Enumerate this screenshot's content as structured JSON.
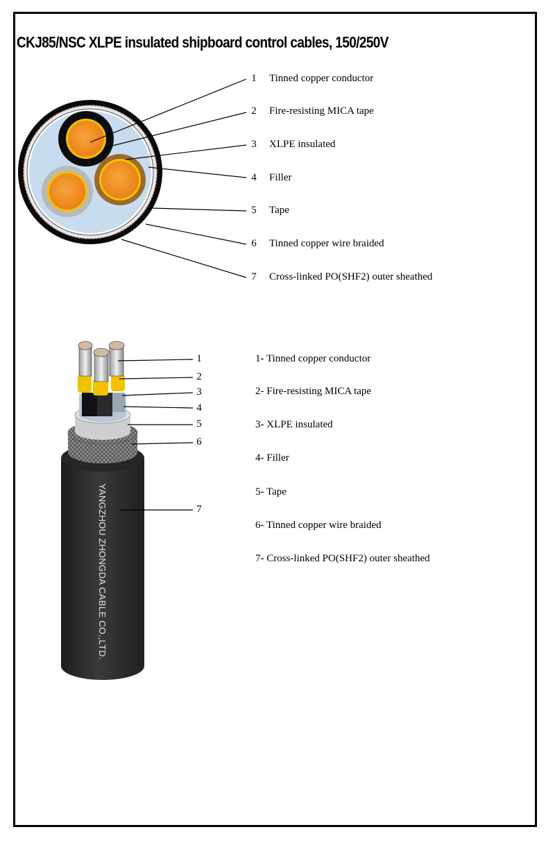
{
  "title": "CKJ85/NSC  XLPE insulated shipboard control cables, 150/250V",
  "cross_section": {
    "callouts": [
      {
        "num": "1",
        "label": "Tinned copper conductor"
      },
      {
        "num": "2",
        "label": "Fire-resisting MICA tape"
      },
      {
        "num": "3",
        "label": "XLPE insulated"
      },
      {
        "num": "4",
        "label": "Filler"
      },
      {
        "num": "5",
        "label": "Tape"
      },
      {
        "num": "6",
        "label": "Tinned copper wire braided"
      },
      {
        "num": "7",
        "label": "Cross-linked PO(SHF2) outer sheathed"
      }
    ]
  },
  "cutaway": {
    "numbers": [
      "1",
      "2",
      "3",
      "4",
      "5",
      "6",
      "7"
    ],
    "sheath_print": "YANGZHOU ZHONGDA CABLE CO.,LTD.",
    "items": [
      {
        "num": "1-",
        "label": "Tinned copper conductor"
      },
      {
        "num": "2-",
        "label": "Fire-resisting MICA tape"
      },
      {
        "num": "3-",
        "label": "XLPE insulated"
      },
      {
        "num": "4-",
        "label": "Filler"
      },
      {
        "num": "5-",
        "label": "Tape"
      },
      {
        "num": "6-",
        "label": "Tinned copper wire braided"
      },
      {
        "num": "7-",
        "label": "Cross-linked PO(SHF2) outer sheathed"
      }
    ]
  },
  "colors": {
    "copper": "#f39221",
    "mica": "#f2c200",
    "insulation_black": "#111111",
    "filler": "#c8dcef",
    "sheath": "#2e2e2e",
    "braid": "#9a9a9a"
  }
}
